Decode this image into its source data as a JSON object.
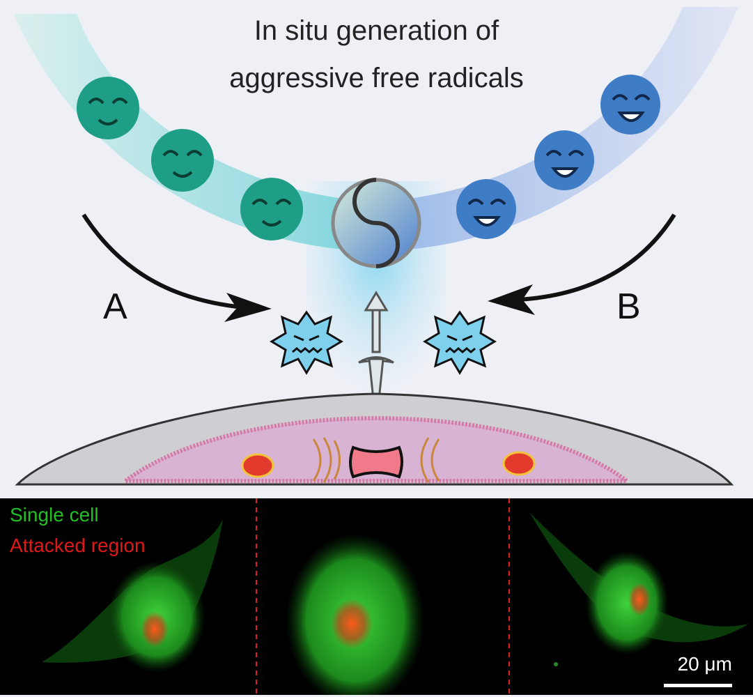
{
  "title": {
    "line1": "In situ generation of",
    "line2": "aggressive free radicals"
  },
  "pathways": {
    "a_label": "A",
    "b_label": "B"
  },
  "microscopy": {
    "legend_green": "Single cell",
    "legend_red": "Attacked region",
    "scale_bar": "20 μm"
  },
  "colors": {
    "teal": "#1e9e86",
    "blue": "#3f7cc6",
    "green_channel": "#2ecc2e",
    "red_channel": "#e81b1b"
  }
}
